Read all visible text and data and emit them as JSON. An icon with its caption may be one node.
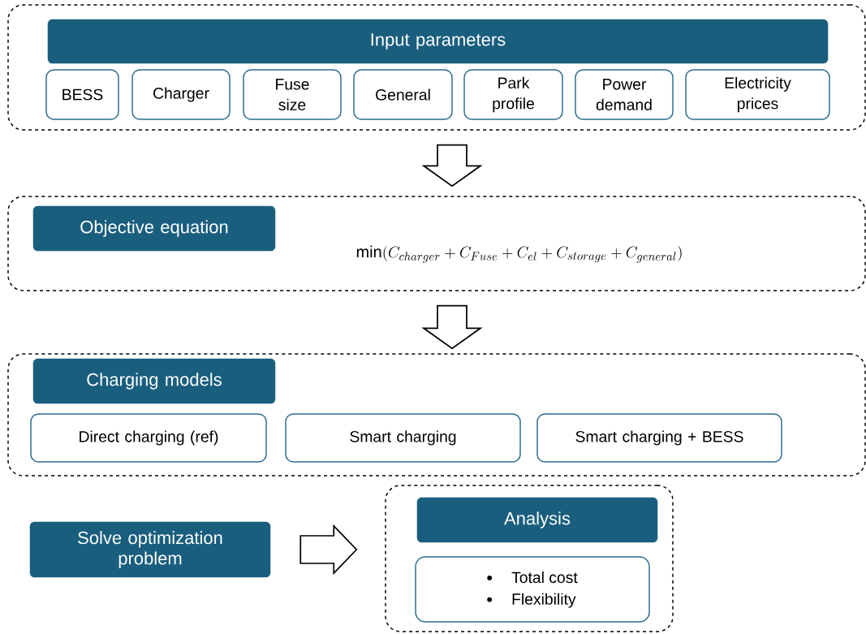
{
  "diagram": {
    "nodes": [
      {
        "text": [],
        "shape": "box"
      },
      {
        "text": [
          "Input parameters"
        ],
        "in": 0
      },
      {
        "text": [
          "BESS"
        ],
        "in": 0
      },
      {
        "text": [
          "Charger"
        ],
        "in": 0
      },
      {
        "text": [
          "Fuse size"
        ],
        "in": 0
      },
      {
        "text": [
          "General"
        ],
        "in": 0
      },
      {
        "text": [
          "Park profile"
        ],
        "in": 0
      },
      {
        "text": [
          "Power demand"
        ],
        "in": 0
      },
      {
        "text": [
          "Electricity prices"
        ],
        "in": 0
      },
      {
        "text": [],
        "shape": "box"
      },
      {
        "text": [
          "Objective equation"
        ],
        "in": 9
      },
      {
        "text": [],
        "shape": "box"
      },
      {
        "text": [
          "Charging models"
        ],
        "in": 11
      },
      {
        "text": [
          "Direct charging (ref)"
        ],
        "in": 11
      },
      {
        "text": [
          "Smart charging"
        ],
        "in": 11
      },
      {
        "text": [
          "Smart charging + BESS"
        ],
        "in": 11
      },
      {
        "text": [
          "Solve optimization problem"
        ]
      },
      {
        "text": [],
        "shape": "box"
      },
      {
        "text": [
          "Analysis"
        ],
        "in": 17
      },
      {
        "text": [
          "Total cost",
          "Flexibility"
        ],
        "in": 17
      }
    ],
    "edges": [
      {
        "from": 0,
        "to": 9,
        "arrow": "to"
      },
      {
        "from": 9,
        "to": 11,
        "arrow": "to"
      },
      {
        "from": 16,
        "to": 17,
        "arrow": "to"
      }
    ],
    "labels": [
      "\\min(C_{charger} + C_{Fuse} + C_{el} + C_{storage} + C_{general})"
    ]
  }
}
